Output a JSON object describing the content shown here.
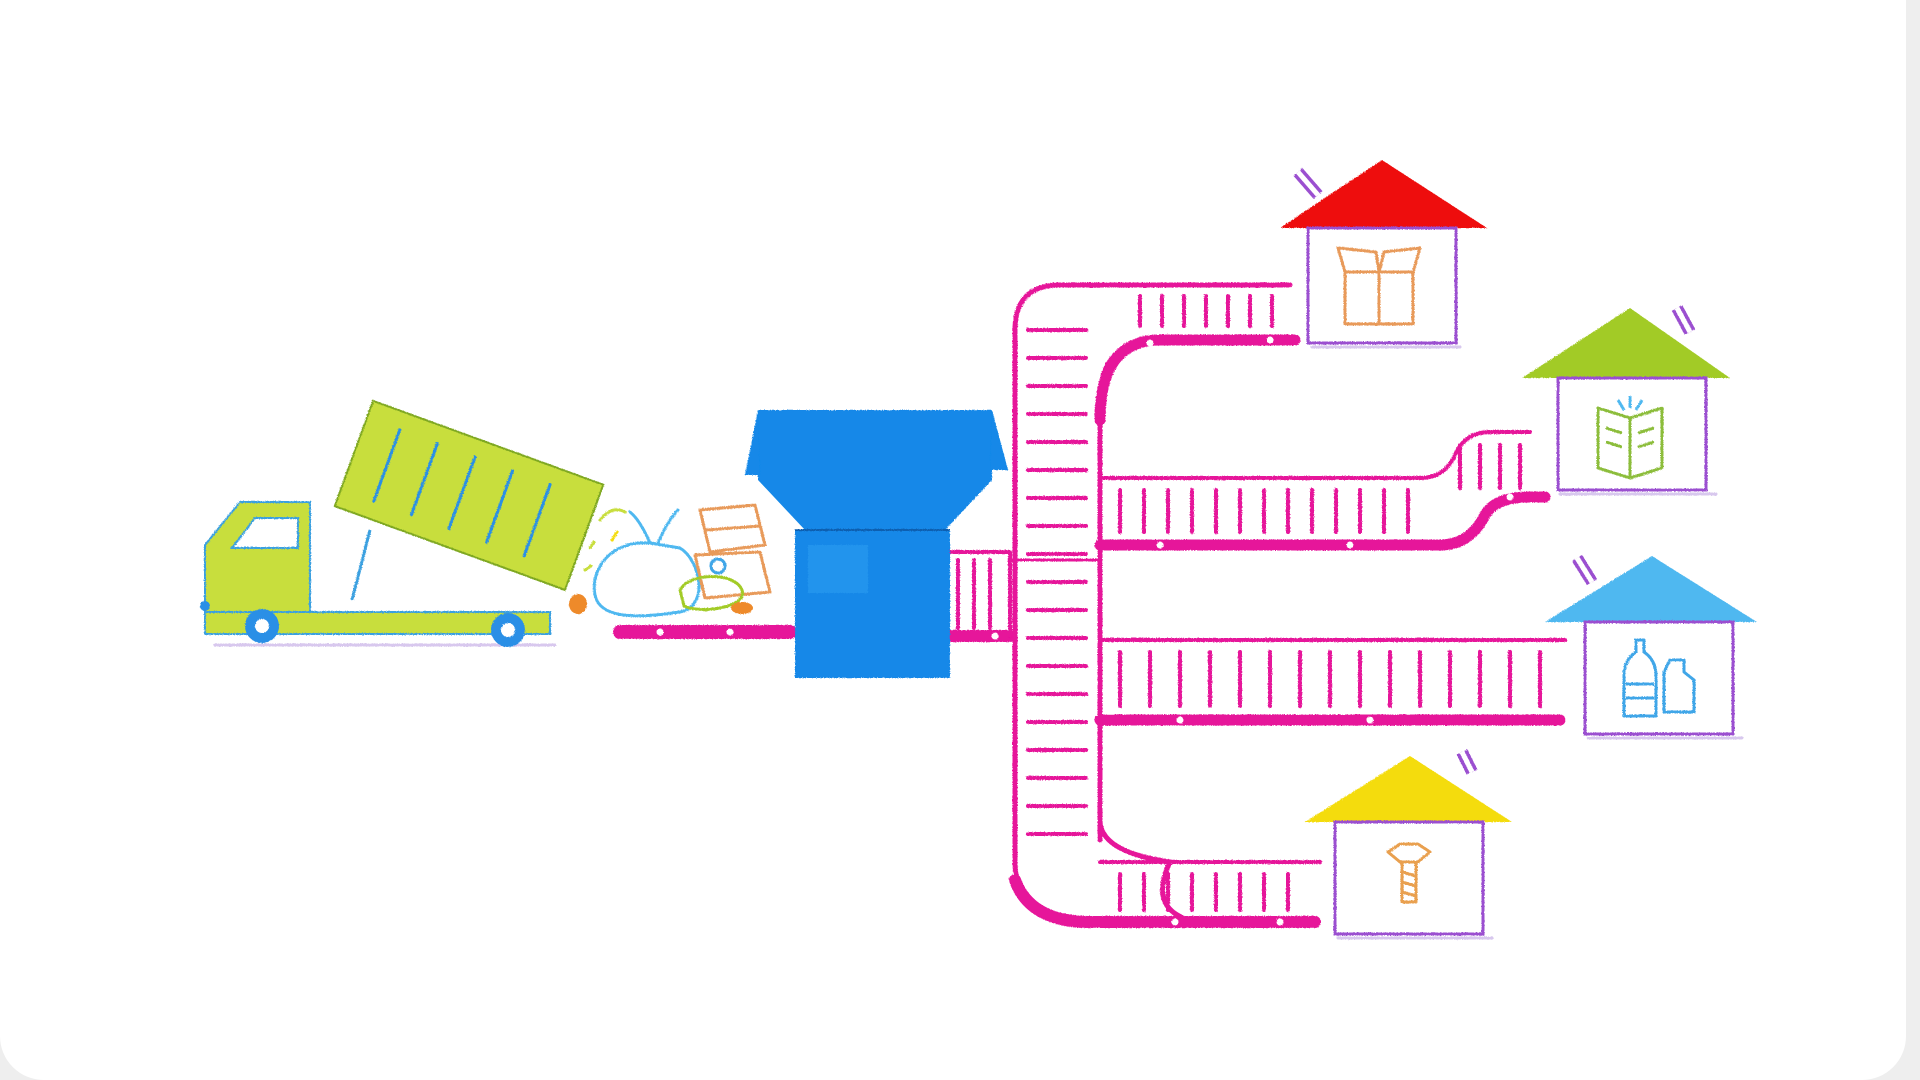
{
  "illustration": {
    "subject": "recycling",
    "colors": {
      "truck": "#c8de3e",
      "truck_outline": "#3aa0e0",
      "wheel": "#2b8fe6",
      "sorter": "#1288e8",
      "conveyor": "#e6129a",
      "bin_cardboard_roof": "#ee1111",
      "bin_paper_roof": "#a2cb28",
      "bin_plastic_roof": "#4fb8f0",
      "bin_metal_roof": "#f4dc0a",
      "bin_walls": "#9b4fd0",
      "item_cardboard": "#e89a5a",
      "item_paper": "#8cbd3a",
      "item_plastic": "#3fa6e8",
      "item_metal": "#e9a050"
    },
    "bins": [
      {
        "material": "cardboard",
        "icon": "box-icon"
      },
      {
        "material": "paper",
        "icon": "book-icon"
      },
      {
        "material": "plastic",
        "icon": "bottle-icon"
      },
      {
        "material": "metal",
        "icon": "bolt-icon"
      }
    ]
  }
}
